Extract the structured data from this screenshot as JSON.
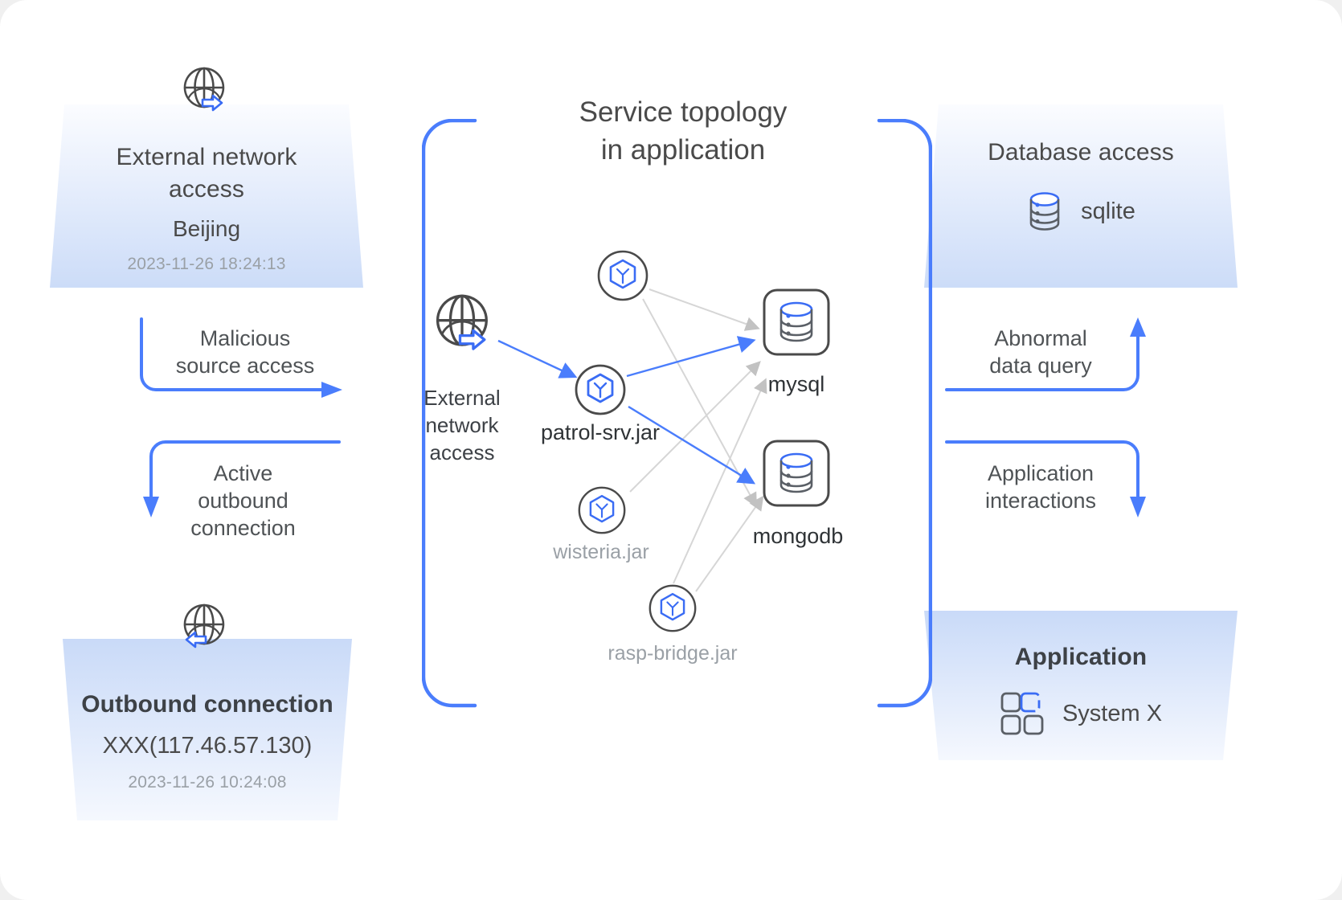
{
  "center": {
    "title_line1": "Service topology",
    "title_line2": "in application",
    "nodes": {
      "external": {
        "label_l1": "External",
        "label_l2": "network",
        "label_l3": "access",
        "icon": "globe-arrow-right-icon"
      },
      "patrol": {
        "label": "patrol-srv.jar",
        "icon": "service-hexagon-icon"
      },
      "wisteria": {
        "label": "wisteria.jar",
        "icon": "service-hexagon-icon"
      },
      "rasp": {
        "label": "rasp-bridge.jar",
        "icon": "service-hexagon-icon"
      },
      "unnamed_top": {
        "label": "",
        "icon": "service-hexagon-icon"
      },
      "mysql": {
        "label": "mysql",
        "icon": "database-icon"
      },
      "mongodb": {
        "label": "mongodb",
        "icon": "database-icon"
      }
    }
  },
  "left_top_card": {
    "icon": "globe-arrow-right-icon",
    "title_line1": "External network",
    "title_line2": "access",
    "location": "Beijing",
    "timestamp": "2023-11-26 18:24:13"
  },
  "left_bottom_card": {
    "icon": "globe-arrow-left-icon",
    "title": "Outbound connection",
    "address": "XXX(117.46.57.130)",
    "timestamp": "2023-11-26 10:24:08"
  },
  "right_top_card": {
    "title": "Database access",
    "icon": "database-icon",
    "value": "sqlite"
  },
  "right_bottom_card": {
    "title": "Application",
    "icon": "app-grid-icon",
    "value": "System X"
  },
  "connectors": {
    "malicious": {
      "line1": "Malicious",
      "line2": "source access"
    },
    "outbound": {
      "line1": "Active",
      "line2": "outbound",
      "line3": "connection"
    },
    "abnormal": {
      "line1": "Abnormal",
      "line2": "data query"
    },
    "interactions": {
      "line1": "Application",
      "line2": "interactions"
    }
  },
  "colors": {
    "accent": "#4a7dfc",
    "accent_light": "#5b8cff",
    "text_dark": "#4a4a4a",
    "text_muted": "#9aa0a6",
    "card_gradient_top": "#fbfcff",
    "card_gradient_bottom": "#ccdcf8",
    "edge_gray": "#d0d0d0"
  }
}
